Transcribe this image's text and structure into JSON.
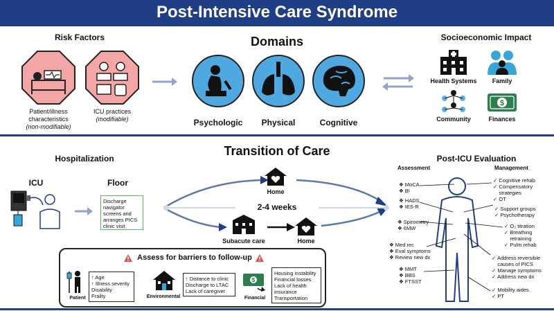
{
  "title": "Post-Intensive Care Syndrome",
  "risk": {
    "heading": "Risk Factors",
    "patient_label_line1": "Patient/illness",
    "patient_label_line2": "characteristics",
    "patient_label_line3": "(non-modifiable)",
    "icu_label_line1": "ICU practices",
    "icu_label_line2": "(modifiable)"
  },
  "domains": {
    "heading": "Domains",
    "items": [
      {
        "label": "Psychologic"
      },
      {
        "label": "Physical"
      },
      {
        "label": "Cognitive"
      }
    ]
  },
  "socio": {
    "heading": "Socioeconomic Impact",
    "items": [
      {
        "label": "Health Systems"
      },
      {
        "label": "Family"
      },
      {
        "label": "Community"
      },
      {
        "label": "Finances"
      }
    ]
  },
  "transition": {
    "heading": "Transition of Care",
    "hospitalization": "Hospitalization",
    "icu": "ICU",
    "floor": "Floor",
    "floor_box": "Discharge\nnavigator\nscreens and\narranges PICS\nclinic visit",
    "home_top": "Home",
    "weeks": "2-4 weeks",
    "subacute": "Subacute care",
    "home_bottom": "Home"
  },
  "barriers": {
    "heading": "Assess for barriers to follow-up",
    "patient_label": "Patient",
    "patient_list": "↑ Age\n↑ Illness severity\nDisability\nFrailty",
    "env_label": "Environmental",
    "env_list": "↑ Distance to clinic\nDischarge to LTAC\nLack of caregiver",
    "fin_label": "Financial",
    "fin_list": "Housing instability\nFinancial losses\nLack of health\ninsurance\nTransportation"
  },
  "eval": {
    "heading": "Post-ICU Evaluation",
    "assessment": "Assessment",
    "management": "Management",
    "a1": "❖ MoCA\n❖ BI",
    "a2": "❖ HADS\n❖ IES-R",
    "a3": "❖ Spirometry\n❖ 6MW",
    "a4": "❖ Med rec\n❖ Eval symptoms\n❖ Review new dx",
    "a5": "❖ MMT\n❖ BBS\n❖ FTSST",
    "m1": "✓ Cognitive rehab\n✓ Compensatory\n    strategies\n✓ OT",
    "m2": "✓ Support groups\n✓ Psychotherapy",
    "m3": "✓ O₂ titration\n✓ Breathing\n    retraining\n✓ Pulm rehab",
    "m4": "✓ Address reversible\n    causes of PICS\n✓ Manage symptoms\n✓ Address new dx",
    "m5": "✓ Mobility aides\n✓ PT"
  },
  "colors": {
    "title_bg": "#1f3e86",
    "risk_pink": "#f4a6a6",
    "domain_blue": "#4fa8e0",
    "arrow_blue": "#8fa6c8",
    "finance_green": "#2e7d4f",
    "family_blue": "#3aa6d8",
    "community_blue": "#5fb2e0",
    "warning_red": "#d9534f"
  }
}
